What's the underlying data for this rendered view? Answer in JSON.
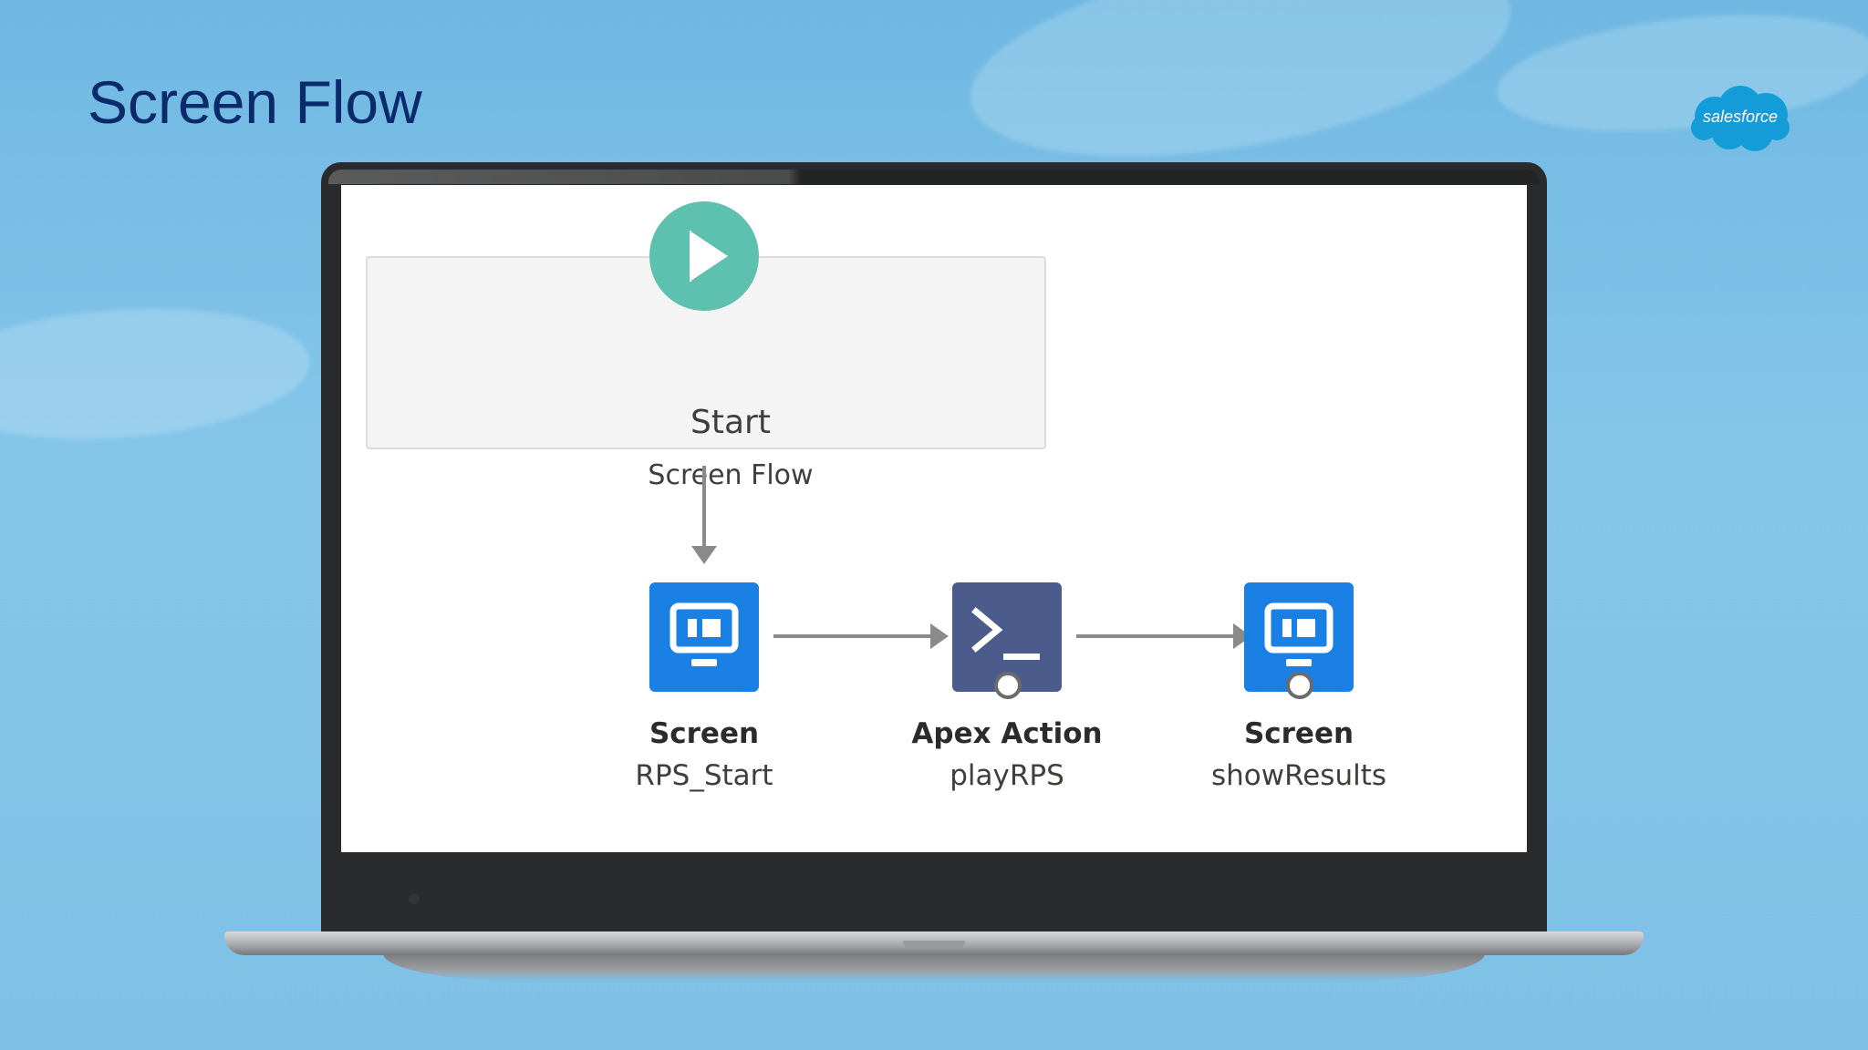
{
  "slide": {
    "title": "Screen Flow",
    "logo_text": "salesforce"
  },
  "flow": {
    "start": {
      "label": "Start",
      "type": "Screen Flow",
      "icon": "play-icon",
      "color": "#5ec0ae"
    },
    "nodes": [
      {
        "label": "Screen",
        "name": "RPS_Start",
        "icon": "screen-icon",
        "color": "#1b80e4"
      },
      {
        "label": "Apex Action",
        "name": "playRPS",
        "icon": "apex-action-icon",
        "color": "#4a5b8c"
      },
      {
        "label": "Screen",
        "name": "showResults",
        "icon": "screen-icon",
        "color": "#1b80e4"
      }
    ]
  },
  "colors": {
    "title": "#0b2a6b",
    "connector": "#8a8a8a"
  }
}
